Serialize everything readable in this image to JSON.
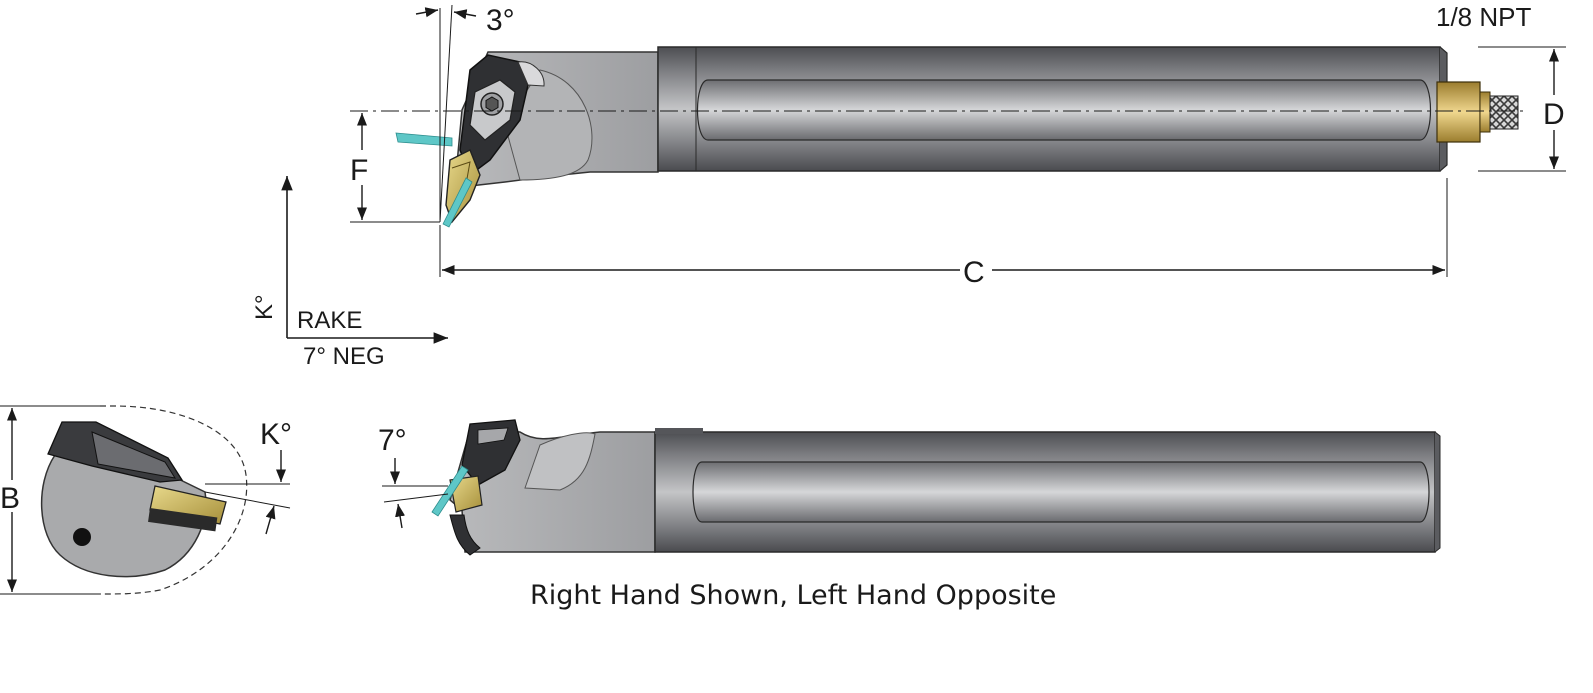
{
  "labels": {
    "angle_top": "3°",
    "npt": "1/8 NPT",
    "dim_d": "D",
    "dim_f": "F",
    "dim_c": "C",
    "dim_b": "B",
    "k_vertical": "K°",
    "k_side": "K°",
    "rake": "RAKE",
    "rake_neg": "7° NEG",
    "angle_bottom": "7°"
  },
  "caption": "Right Hand Shown,  Left Hand Opposite",
  "colors": {
    "bar_dark": "#5c5d61",
    "bar_light": "#c9cacc",
    "head_grey": "#a9aaac",
    "insert_gold": "#c8b35a",
    "coolant_cyan": "#5ec7c7",
    "fitting_brass": "#d8b96a",
    "line": "#1a1a1a"
  }
}
